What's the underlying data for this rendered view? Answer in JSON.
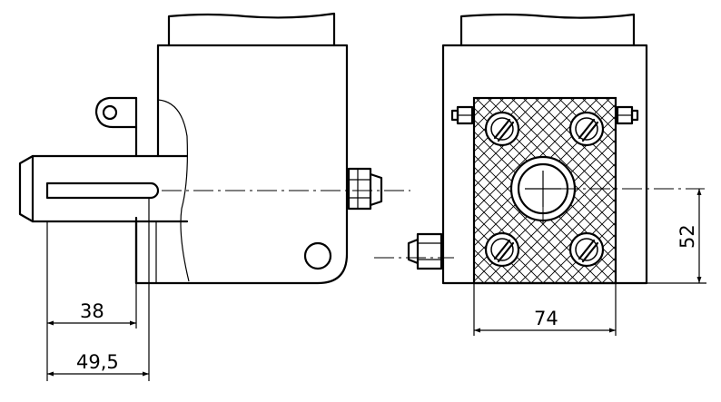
{
  "drawing": {
    "dimensions": {
      "dim_38": "38",
      "dim_49_5": "49,5",
      "dim_74": "74",
      "dim_52": "52"
    }
  }
}
